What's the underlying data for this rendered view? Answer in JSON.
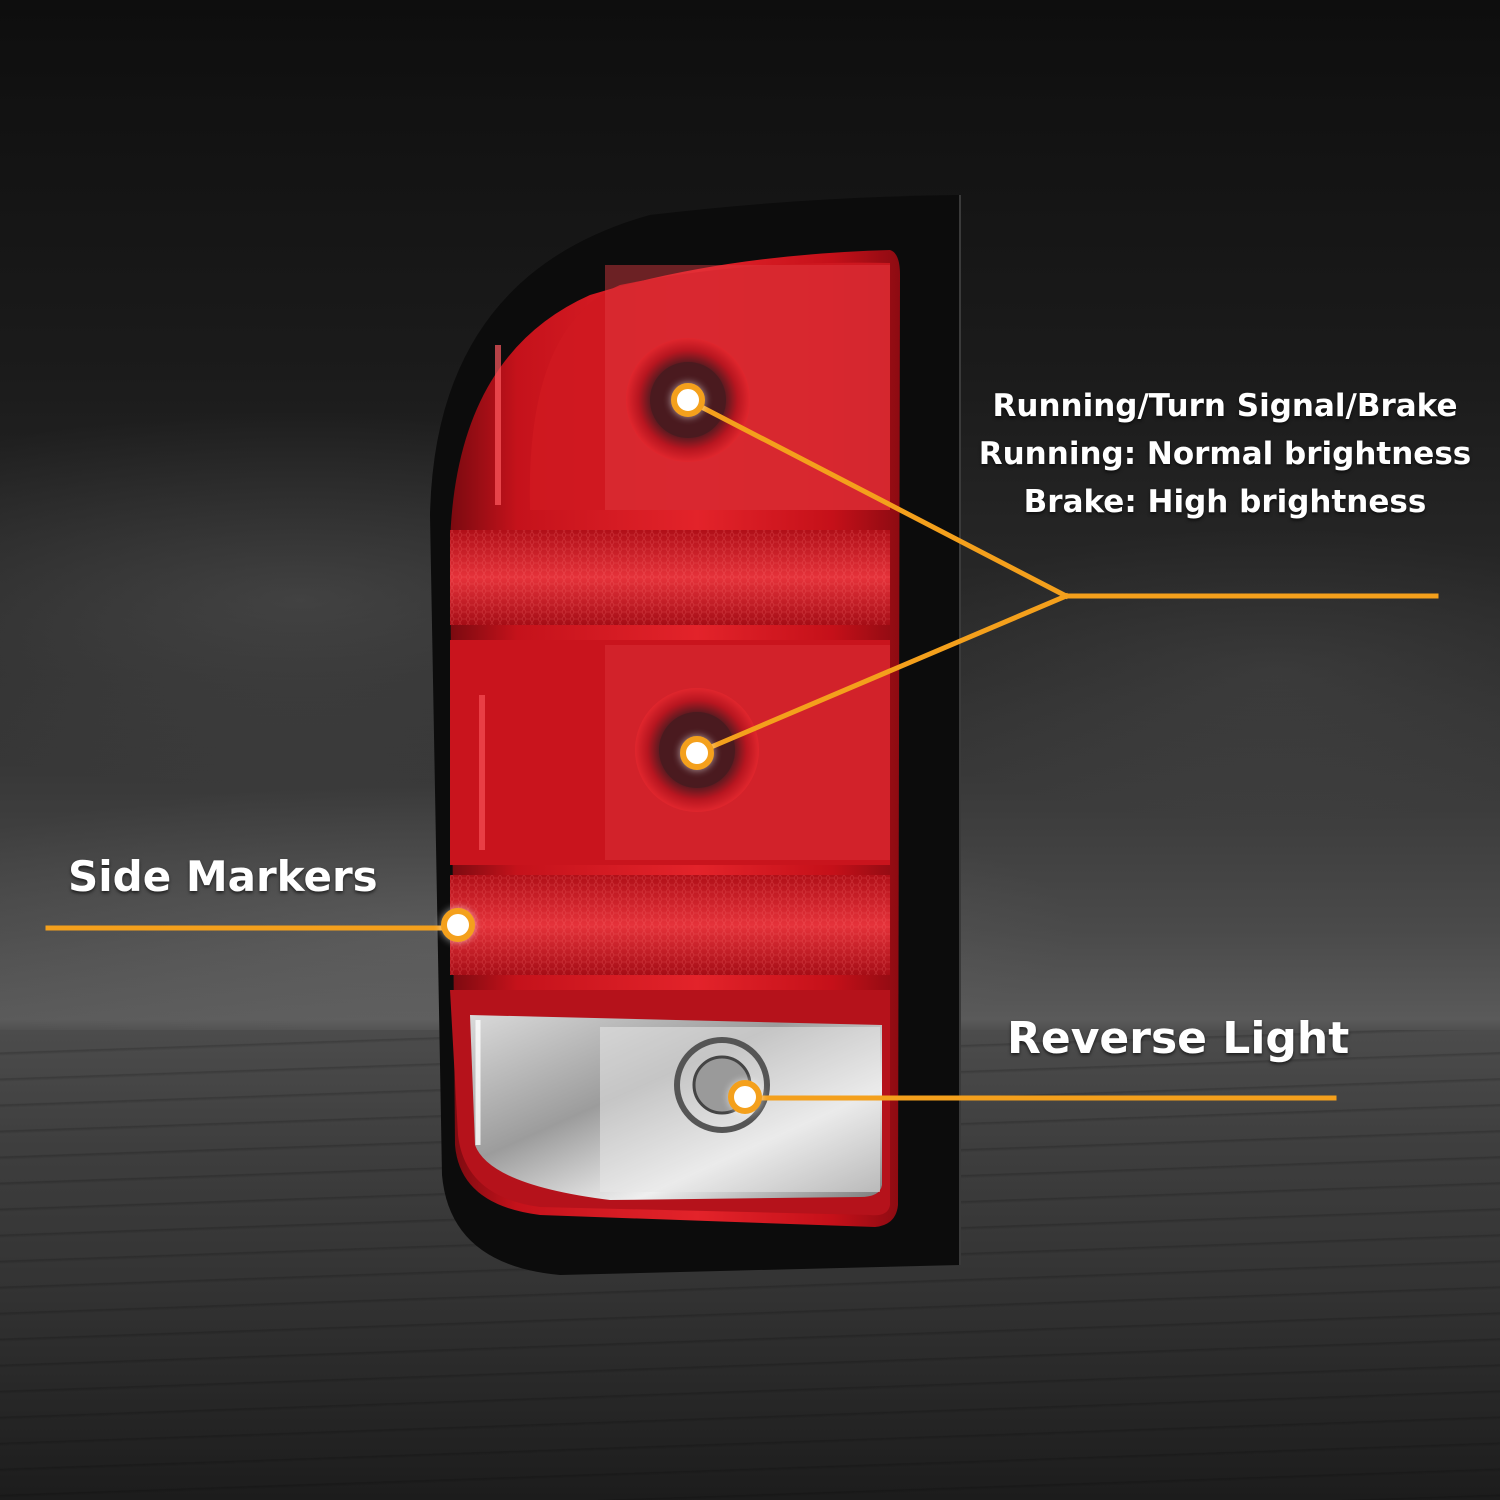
{
  "callouts": {
    "running_turn_brake": {
      "title": "Running/Turn Signal/Brake",
      "line2": "Running:  Normal brightness",
      "line3": "Brake:  High brightness"
    },
    "side_markers": {
      "label": "Side Markers"
    },
    "reverse_light": {
      "label": "Reverse Light"
    }
  },
  "colors": {
    "accent_line": "#f4a01c",
    "dot_fill": "#ffffff",
    "lens_red": "#d4141e",
    "housing": "#0d0d0d",
    "text": "#ffffff"
  },
  "product": {
    "name": "tail-light-assembly",
    "sections": [
      "running-turn-brake-upper",
      "running-turn-brake-lower",
      "side-marker-reflector",
      "reverse-light"
    ]
  }
}
